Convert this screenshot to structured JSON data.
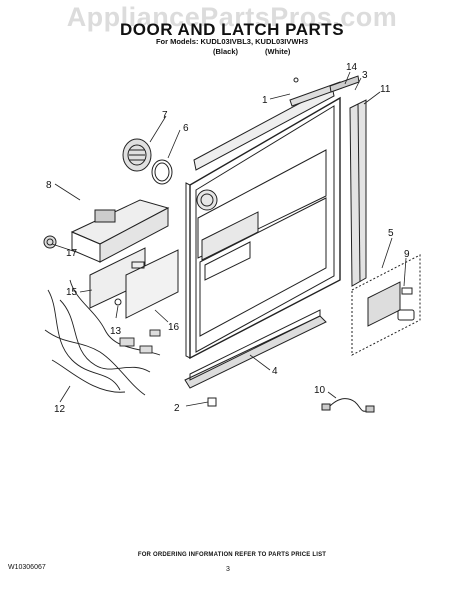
{
  "header": {
    "watermark": "AppliancePartsPros.com",
    "title": "DOOR AND LATCH PARTS",
    "models_line": "For Models: KUDL03IVBL3, KUDL03IVWH3",
    "color_black": "(Black)",
    "color_white": "(White)"
  },
  "callouts": [
    "1",
    "2",
    "3",
    "4",
    "5",
    "6",
    "7",
    "8",
    "9",
    "10",
    "11",
    "12",
    "13",
    "14",
    "15",
    "16",
    "17"
  ],
  "footer": {
    "ordering_note": "FOR ORDERING INFORMATION REFER TO PARTS PRICE LIST",
    "doc_number": "W10306067",
    "page_number": "3"
  }
}
